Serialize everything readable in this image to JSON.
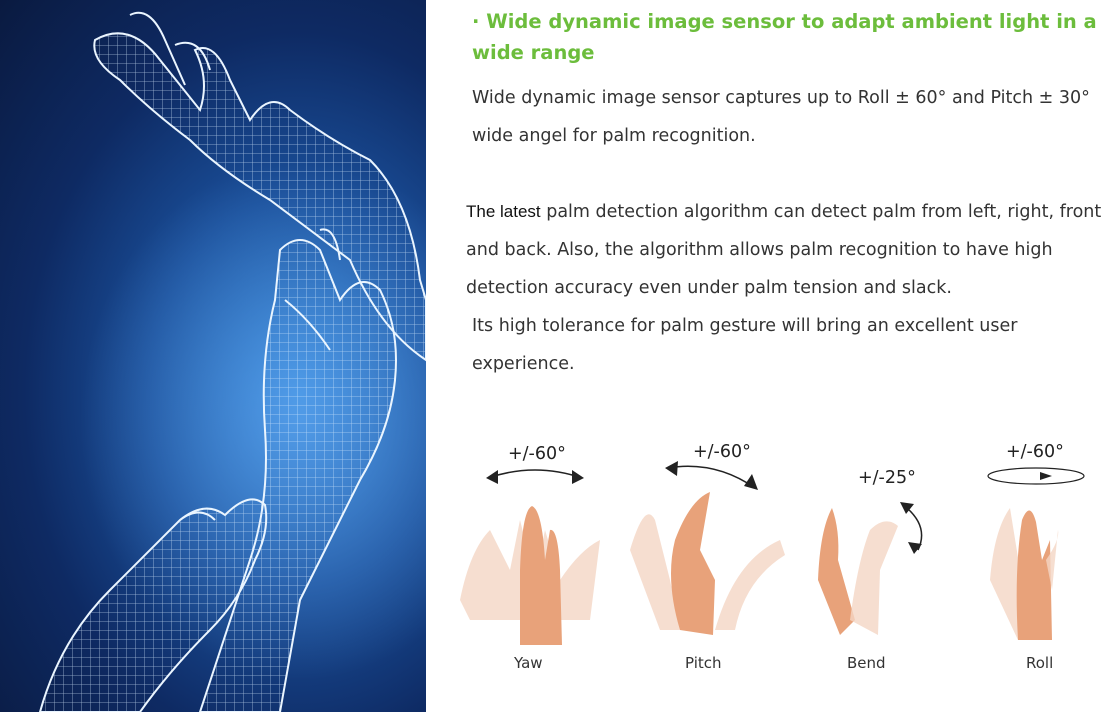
{
  "heading": "· Wide dynamic image sensor to adapt ambient light in a wide range",
  "paragraph1": "Wide dynamic image sensor captures up to Roll ± 60° and Pitch ± 30° wide angel for palm recognition.",
  "paragraph2_lead": "The latest",
  "paragraph2_rest": " palm detection algorithm can detect palm from left, right, front and back. Also, the algorithm allows palm recognition to have high detection accuracy even under palm tension and slack.",
  "paragraph3": "Its high tolerance for palm gesture will bring an excellent user experience.",
  "gestures": [
    {
      "label": "Yaw",
      "angle": "+/-60°"
    },
    {
      "label": "Pitch",
      "angle": "+/-60°"
    },
    {
      "label": "Bend",
      "angle": "+/-25°"
    },
    {
      "label": "Roll",
      "angle": "+/-60°"
    }
  ],
  "colors": {
    "heading": "#6cbd3c",
    "wireframe": "#cfe6ff",
    "skin": "#e8a27a",
    "skin_faded": "#f4d6c4"
  }
}
